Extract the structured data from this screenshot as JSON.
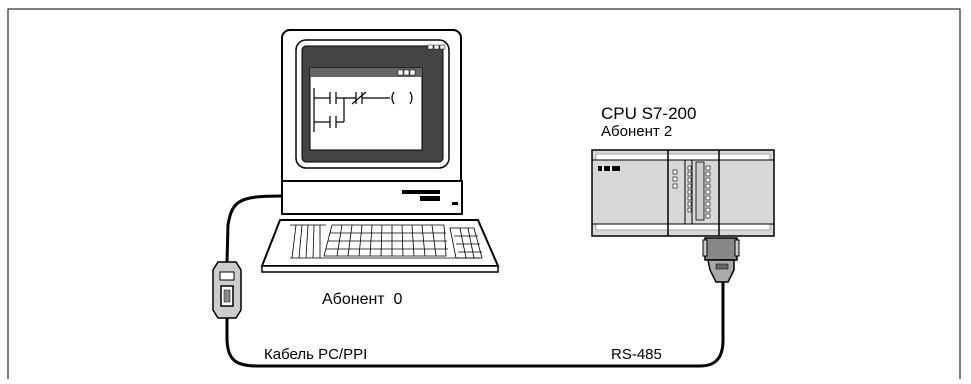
{
  "cpu": {
    "title": "CPU S7-200",
    "subtitle": "Абонент 2"
  },
  "pc": {
    "label": "Абонент  0"
  },
  "cable": {
    "label": "Кабель PC/PPI"
  },
  "network": {
    "label": "RS-485"
  },
  "colors": {
    "line": "#000000",
    "device_gray": "#d8d8d8",
    "screen_dark": "#444444",
    "background": "#ffffff"
  }
}
